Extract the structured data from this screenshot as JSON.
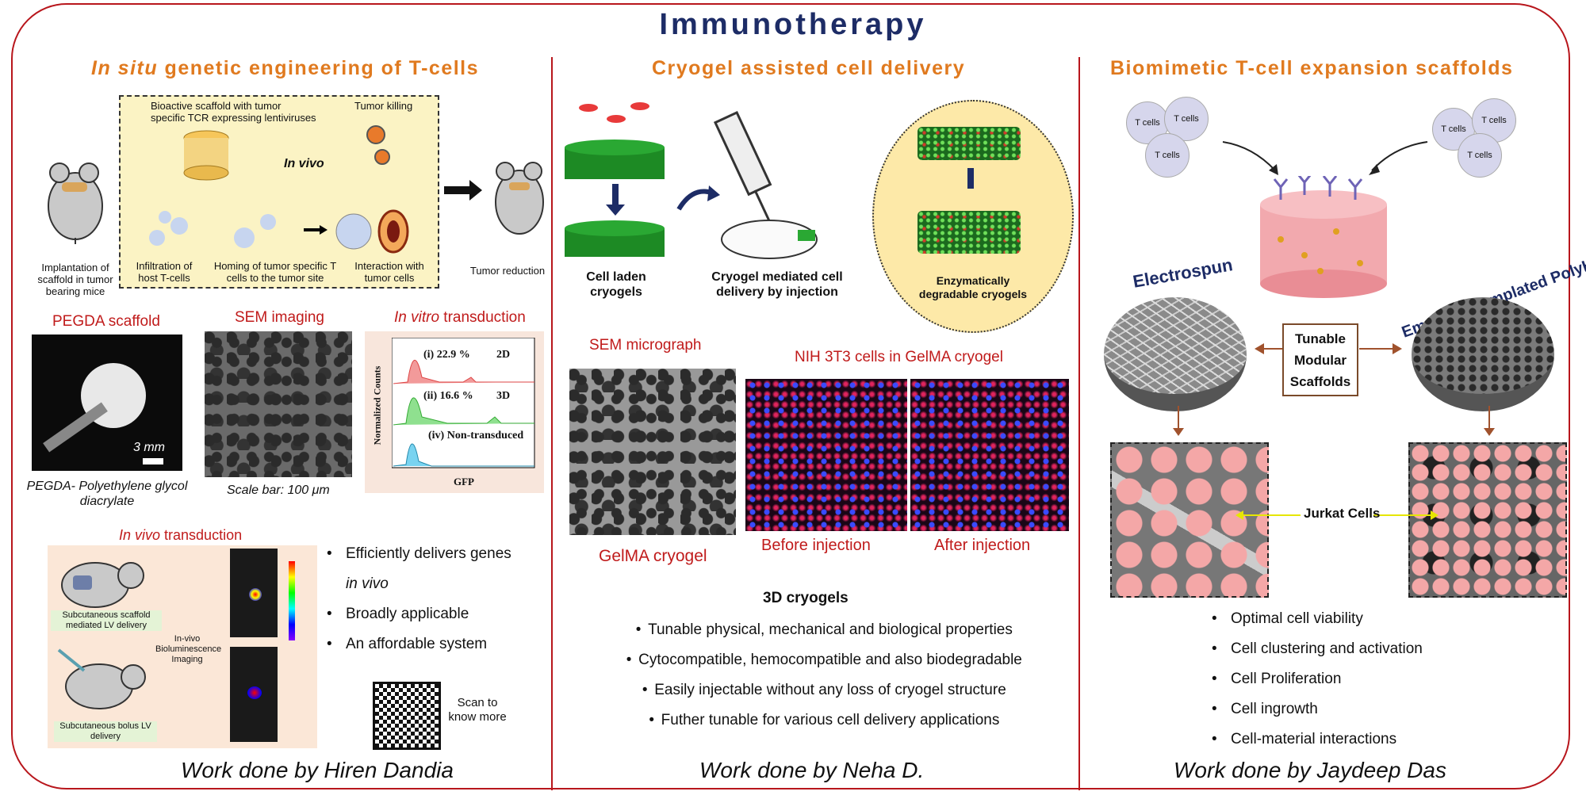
{
  "title": "Immunotherapy",
  "sections": {
    "left": {
      "title_italic": "In situ",
      "title_rest": " genetic engineering of T-cells",
      "labels": {
        "bioactive": "Bioactive scaffold with tumor specific TCR expressing lentiviruses",
        "tumor_killing": "Tumor killing",
        "in_vivo": "In vivo",
        "implantation": "Implantation of scaffold in tumor bearing mice",
        "infiltration": "Infiltration of host T-cells",
        "homing": "Homing of tumor specific T cells to the tumor site",
        "interaction": "Interaction with tumor cells",
        "reduction": "Tumor reduction",
        "pegda_title": "PEGDA scaffold",
        "pegda_caption": "PEGDA- Polyethylene glycol diacrylate",
        "scale_3mm": "3 mm",
        "sem_title": "SEM imaging",
        "sem_scale": "Scale bar: 100 μm",
        "invitro_italic": "In vitro",
        "invitro_rest": " transduction",
        "hist_i": "(i) 22.9 %",
        "hist_i_tag": "2D",
        "hist_ii": "(ii) 16.6 %",
        "hist_ii_tag": "3D",
        "hist_iv": "(iv) Non-transduced",
        "hist_ylabel": "Normalized Counts",
        "hist_xlabel": "GFP",
        "invivo_italic": "In vivo",
        "invivo_rest": " transduction",
        "subq_scaffold": "Subcutaneous scaffold mediated LV delivery",
        "subq_bolus": "Subcutaneous bolus LV delivery",
        "bli": "In-vivo Bioluminescence Imaging",
        "scan": "Scan to know more"
      },
      "bullets": [
        "Efficiently delivers genes",
        "in vivo",
        "Broadly applicable",
        "An  affordable system"
      ],
      "credit": "Work done by Hiren Dandia"
    },
    "middle": {
      "title": "Cryogel assisted cell delivery",
      "labels": {
        "cell_laden": "Cell laden cryogels",
        "cryogel_mediated": "Cryogel mediated cell delivery by injection",
        "enzymatic": "Enzymatically degradable cryogels",
        "sem_micro": "SEM micrograph",
        "nih": "NIH 3T3 cells in GelMA cryogel",
        "gelma": "GelMA cryogel",
        "before": "Before injection",
        "after": "After injection",
        "cryogels_3d": "3D cryogels"
      },
      "bullets": [
        "Tunable physical, mechanical and biological properties",
        "Cytocompatible, hemocompatible and also biodegradable",
        "Easily injectable without any loss of  cryogel structure",
        "Futher tunable for various cell delivery applications"
      ],
      "credit": "Work done by Neha D."
    },
    "right": {
      "title": "Biomimetic T-cell expansion scaffolds",
      "labels": {
        "tcells": "T cells",
        "electrospun": "Electrospun",
        "polyhipe": "Emulsion Templated PolyHIPE",
        "tunable": "Tunable Modular Scaffolds",
        "jurkat": "Jurkat Cells"
      },
      "bullets": [
        "Optimal cell viability",
        "Cell clustering and activation",
        "Cell Proliferation",
        "Cell ingrowth",
        "Cell-material interactions"
      ],
      "credit": "Work done by Jaydeep Das"
    }
  },
  "colors": {
    "border": "#b8161c",
    "title": "#1d2c66",
    "section_title": "#e07a1f",
    "red_label": "#c01b1b"
  }
}
